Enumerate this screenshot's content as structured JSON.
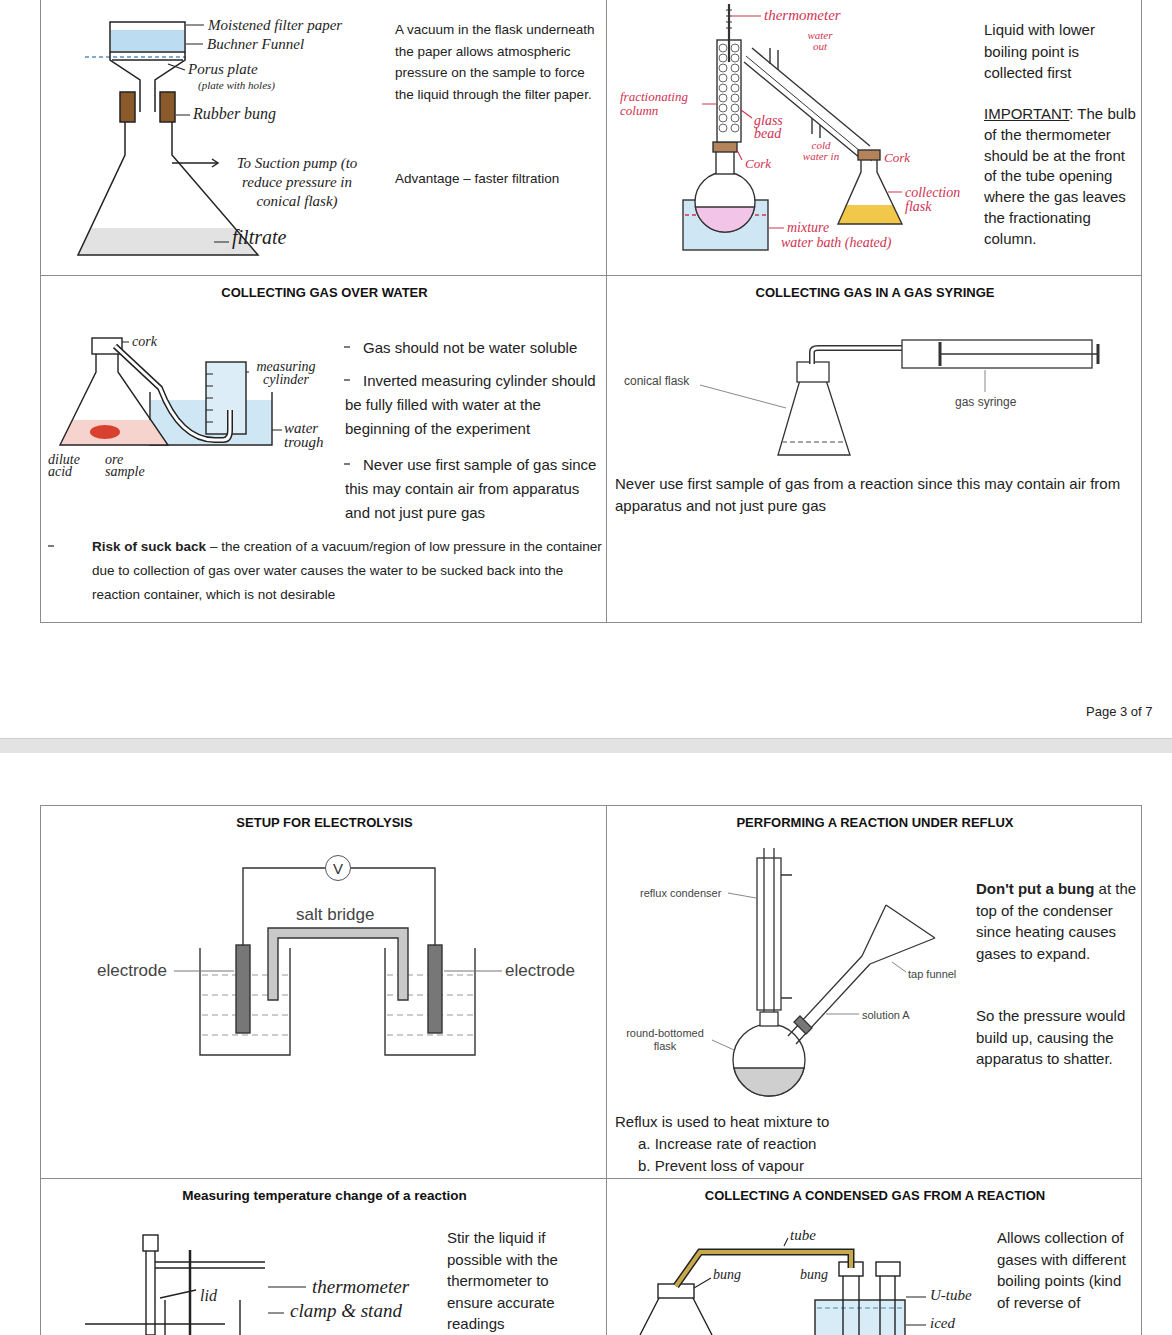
{
  "diagram": {
    "nodes": [
      {
        "text": [
          "A vacuum in the flask underneath the paper allows atmospheric pressure on the sample to force the liquid through the filter paper.",
          "Advantage – faster filtration"
        ]
      },
      {
        "text": [
          "Liquid with lower boiling point is collected first",
          "IMPORTANT",
          ": The bulb of the thermometer should be at the front of the tube opening where the gas leaves the fractionating column."
        ]
      },
      {
        "text": [
          "COLLECTING GAS OVER WATER",
          "Gas should not be water soluble",
          "Inverted measuring cylinder should be fully filled with water at the beginning of the experiment",
          "Never use first sample of gas since this may contain air from apparatus and not just pure gas",
          "Risk of suck back",
          "– the creation of a vacuum/region of low pressure in the container due to collection of gas over water causes the water to be sucked back into the reaction container, which is not desirable"
        ]
      },
      {
        "text": [
          "COLLECTING GAS IN A GAS SYRINGE",
          "Never use first sample of gas from a reaction since this may contain air from apparatus and not just pure gas"
        ]
      },
      {
        "text": [
          "SETUP FOR ELECTROLYSIS"
        ]
      },
      {
        "text": [
          "V"
        ],
        "in": 4
      },
      {
        "text": [
          "PERFORMING A REACTION UNDER REFLUX",
          "Don't put a bung",
          "at the top of the condenser since heating causes gases to expand.",
          "So the pressure would build up, causing the apparatus to shatter.",
          "Reflux is used to heat mixture to",
          "a. Increase rate of reaction",
          "b. Prevent loss of vapour"
        ]
      },
      {
        "text": [
          "Measuring temperature change of a reaction",
          "Stir the liquid if possible with the thermometer to ensure accurate readings"
        ]
      },
      {
        "text": [
          "COLLECTING A CONDENSED GAS FROM A REACTION",
          "Allows collection of gases with different boiling points (kind of reverse of"
        ]
      }
    ],
    "labels": [
      "Moistened filter paper",
      "Buchner Funnel",
      "Porus plate",
      "(plate with holes)",
      "Rubber bung",
      "To Suction pump (to reduce pressure in conical flask)",
      "filtrate",
      "thermometer",
      "water out",
      "fractionating column",
      "glass bead",
      "Cork",
      "cold water in",
      "Cork",
      "collection flask",
      "mixture",
      "water bath (heated)",
      "cork",
      "measuring cylinder",
      "water trough",
      "dilute acid",
      "ore sample",
      "conical flask",
      "gas syringe",
      "Page 3 of 7",
      "salt bridge",
      "electrode",
      "electrode",
      "reflux condenser",
      "tap funnel",
      "solution A",
      "round-bottomed flask",
      "lid",
      "thermometer",
      "clamp & stand",
      "tube",
      "bung",
      "bung",
      "U-tube",
      "iced"
    ]
  }
}
